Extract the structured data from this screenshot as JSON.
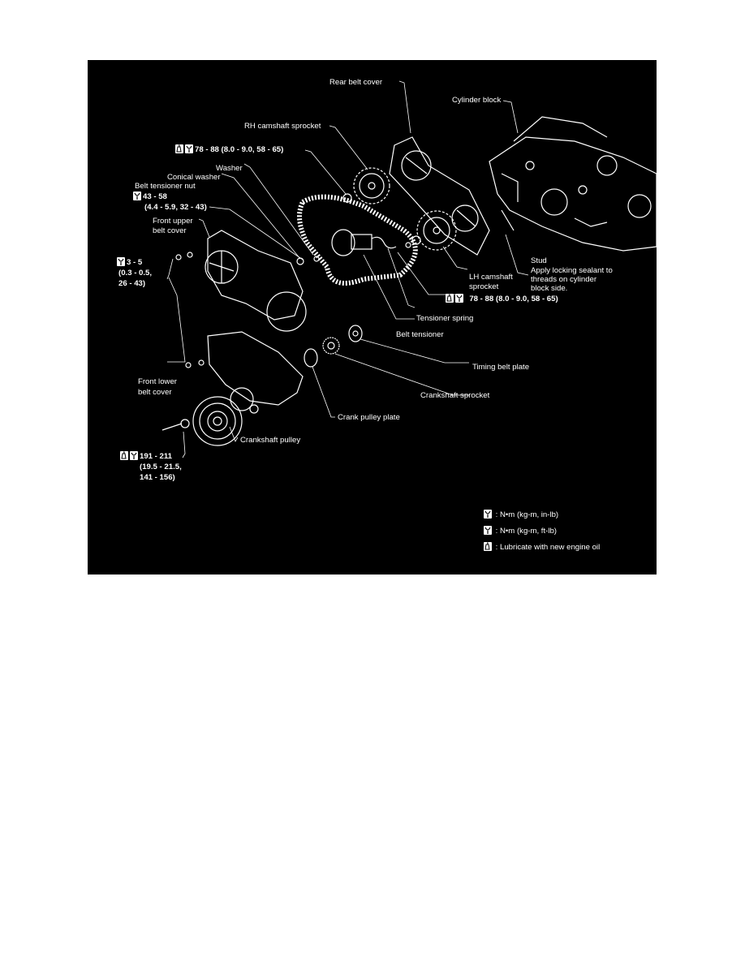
{
  "labels": {
    "rear_belt_cover": "Rear belt cover",
    "cylinder_block": "Cylinder block",
    "rh_camshaft_sprocket": "RH camshaft sprocket",
    "torque_rh_cam": "78 - 88 (8.0 - 9.0, 58 - 65)",
    "washer": "Washer",
    "conical_washer": "Conical washer",
    "belt_tensioner_nut": "Belt tensioner nut",
    "torque_tensioner_nut_1": "43 - 58",
    "torque_tensioner_nut_2": "(4.4 - 5.9, 32 - 43)",
    "front_upper_belt_cover_1": "Front upper",
    "front_upper_belt_cover_2": "belt cover",
    "torque_cover_bolt_1": "3 - 5",
    "torque_cover_bolt_2": "(0.3 - 0.5,",
    "torque_cover_bolt_3": "26 - 43)",
    "stud": "Stud",
    "stud_note_1": "Apply locking sealant to",
    "stud_note_2": "threads on cylinder",
    "stud_note_3": "block side.",
    "lh_camshaft_sprocket_1": "LH camshaft",
    "lh_camshaft_sprocket_2": "sprocket",
    "torque_lh_cam": "78 - 88 (8.0 - 9.0, 58 - 65)",
    "tensioner_spring": "Tensioner spring",
    "belt_tensioner": "Belt tensioner",
    "timing_belt_plate": "Timing belt plate",
    "front_lower_belt_cover_1": "Front lower",
    "front_lower_belt_cover_2": "belt cover",
    "crankshaft_sprocket": "Crankshaft sprocket",
    "crank_pulley_plate": "Crank pulley plate",
    "crankshaft_pulley": "Crankshaft pulley",
    "torque_crank_1": "191 - 211",
    "torque_crank_2": "(19.5 - 21.5,",
    "torque_crank_3": "141 - 156)"
  },
  "legend": {
    "nm_kgm_inlb": ": N•m (kg-m, in-lb)",
    "nm_kgm_ftlb": ": N•m (kg-m, ft-lb)",
    "lubricate": ": Lubricate with new engine oil"
  },
  "icons": [
    "torque-wrench-icon",
    "oil-can-icon"
  ],
  "colors": {
    "panel": "#000000",
    "ink": "#ffffff",
    "page": "#ffffff"
  }
}
